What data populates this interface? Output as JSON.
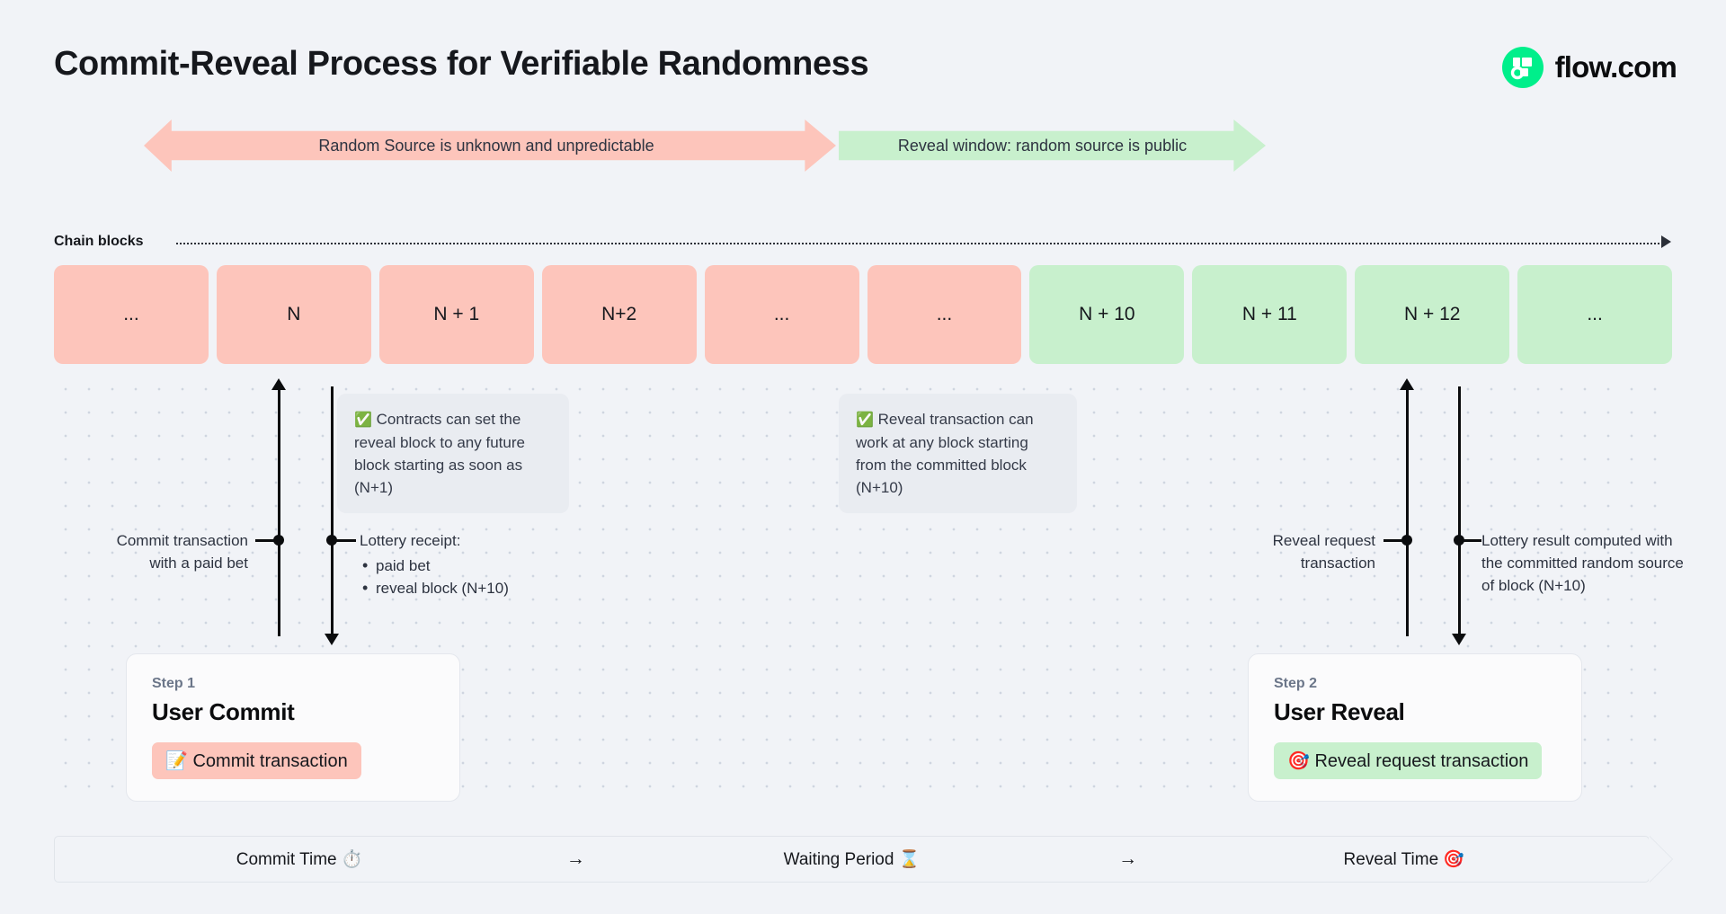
{
  "header": {
    "title": "Commit-Reveal Process for Verifiable Randomness",
    "logo_text": "flow.com",
    "logo_icon": "flow-logo-icon",
    "logo_color": "#00ef8b"
  },
  "banners": [
    {
      "label": "Random Source is unknown and unpredictable",
      "color": "#fdc5bb",
      "kind": "double-arrow"
    },
    {
      "label": "Reveal window: random source is public",
      "color": "#c8f0cd",
      "kind": "right-arrow"
    }
  ],
  "chain": {
    "axis_label": "Chain blocks",
    "blocks": [
      {
        "label": "...",
        "state": "pink"
      },
      {
        "label": "N",
        "state": "pink"
      },
      {
        "label": "N + 1",
        "state": "pink"
      },
      {
        "label": "N+2",
        "state": "pink"
      },
      {
        "label": "...",
        "state": "pink"
      },
      {
        "label": "...",
        "state": "pink"
      },
      {
        "label": "N + 10",
        "state": "green"
      },
      {
        "label": "N + 11",
        "state": "green"
      },
      {
        "label": "N + 12",
        "state": "green"
      },
      {
        "label": "...",
        "state": "green"
      }
    ]
  },
  "callouts": {
    "commit": {
      "icon": "white-check-mark",
      "text": "Contracts can set the reveal block to any future block starting as soon as (N+1)"
    },
    "reveal": {
      "icon": "white-check-mark",
      "text": "Reveal transaction can work at any block starting from the committed block (N+10)"
    }
  },
  "connectors": {
    "commit_tx": "Commit transaction with a paid bet",
    "receipt_title": "Lottery receipt:",
    "receipt_items": [
      "paid bet",
      "reveal block (N+10)"
    ],
    "reveal_request": "Reveal request transaction",
    "lottery_result": "Lottery result computed with the committed random source of block (N+10)"
  },
  "steps": [
    {
      "eyebrow": "Step 1",
      "title": "User Commit",
      "pill_icon": "memo-icon",
      "pill_label": "Commit transaction",
      "pill_color": "#fdc5bb"
    },
    {
      "eyebrow": "Step 2",
      "title": "User Reveal",
      "pill_icon": "direct-hit-icon",
      "pill_label": "Reveal request transaction",
      "pill_color": "#c8f0cd"
    }
  ],
  "phases": {
    "commit": "Commit Time ⏱️",
    "sep1": "→",
    "waiting": "Waiting Period ⌛",
    "sep2": "→",
    "reveal": "Reveal Time 🎯"
  }
}
